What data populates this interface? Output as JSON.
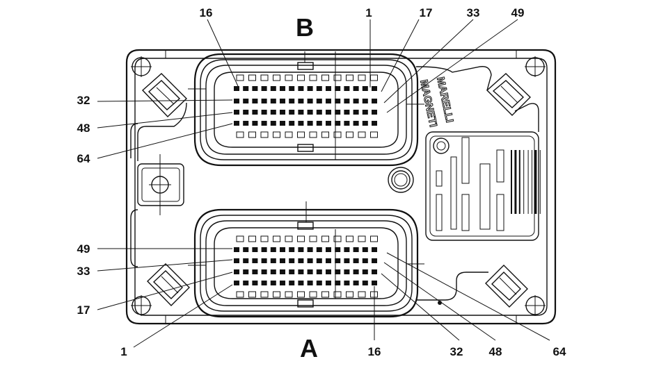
{
  "connectors": {
    "B": {
      "name": "B",
      "pin_labels": {
        "top": [
          "16",
          "1",
          "17",
          "33",
          "49"
        ],
        "left": [
          "32",
          "48",
          "64"
        ]
      }
    },
    "A": {
      "name": "A",
      "pin_labels": {
        "left": [
          "49",
          "33",
          "17"
        ],
        "bottom": [
          "1",
          "16",
          "32",
          "48",
          "64"
        ]
      }
    }
  },
  "logo": {
    "line1": "MAGNETI",
    "line2": "MARELLI"
  }
}
